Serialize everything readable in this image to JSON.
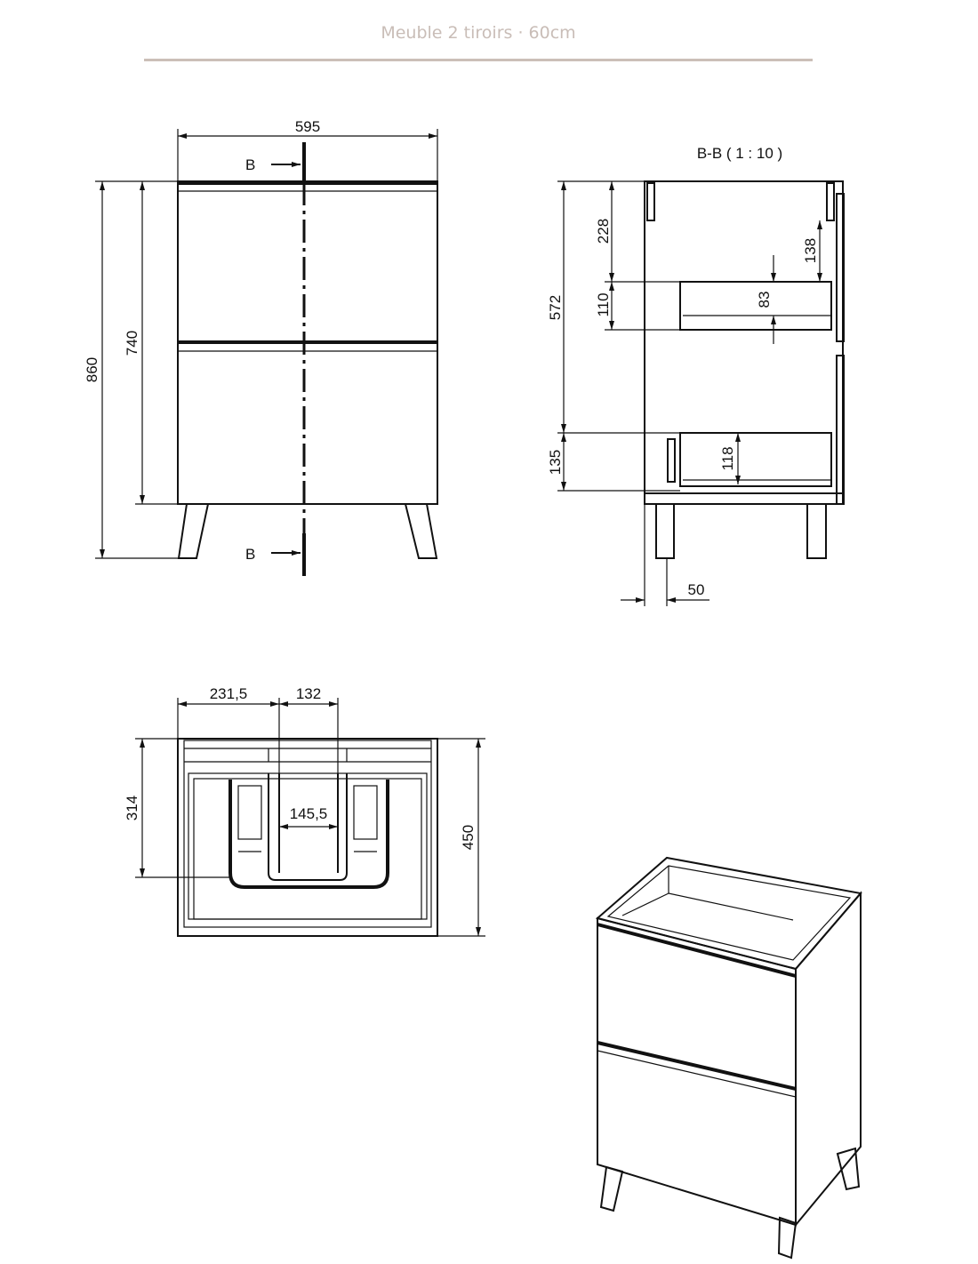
{
  "title": "Meuble 2 tiroirs · 60cm",
  "front_view": {
    "width": "595",
    "height_total": "860",
    "height_body": "740",
    "section_mark_top": "B",
    "section_mark_bottom": "B"
  },
  "section_view": {
    "label": "B-B ( 1 : 10 )",
    "dim_572": "572",
    "dim_135": "135",
    "dim_228": "228",
    "dim_110": "110",
    "dim_83": "83",
    "dim_138": "138",
    "dim_118": "118",
    "dim_50": "50"
  },
  "top_view": {
    "dim_left": "231,5",
    "dim_gap": "132",
    "dim_inner": "145,5",
    "dim_depth_siphon": "314",
    "dim_depth": "450"
  }
}
